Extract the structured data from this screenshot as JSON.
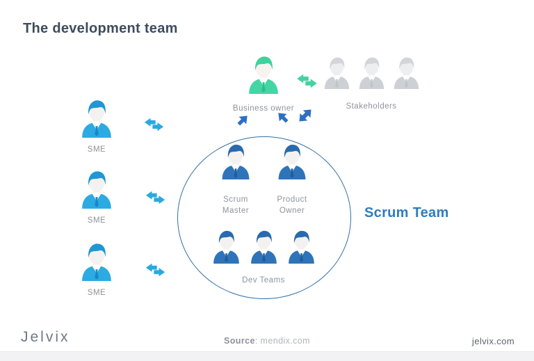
{
  "title": "The development team",
  "diagram": {
    "business_owner": {
      "label": "Business owner"
    },
    "stakeholders": {
      "label": "Stakeholders",
      "count": 3
    },
    "smes": [
      {
        "label": "SME"
      },
      {
        "label": "SME"
      },
      {
        "label": "SME"
      }
    ],
    "scrum_team": {
      "label": "Scrum Team",
      "scrum_master": {
        "label": "Scrum Master"
      },
      "product_owner": {
        "label": "Product Owner"
      },
      "dev_teams": {
        "label": "Dev Teams",
        "count": 3
      }
    }
  },
  "footer": {
    "logo": "Jelvix",
    "source_label": "Source",
    "source_rest": ": mendix.com",
    "site": "jelvix.com"
  },
  "colors": {
    "background": "#ffffff",
    "title": "#3e4c5c",
    "scrum_team_label": "#2d7cc0",
    "circle_stroke": "#346fa5",
    "label_gray": "#8d939c",
    "arrow_blue": "#29a9e0",
    "arrow_green": "#41d3a1",
    "arrow_dark_blue": "#2e6fc4",
    "footer_bar": "#f2f2f4",
    "footer_logo": "#6e7884",
    "footer_source_label": "#8c929b",
    "footer_source_value": "#b0b5bc",
    "footer_site": "#5a6470"
  },
  "palette": {
    "green": {
      "hair": "#3fd19e",
      "body": "#45d5a5",
      "face": "#f6f3f1",
      "tie": "#2fbd8d"
    },
    "light_blue": {
      "hair": "#1e97d4",
      "body": "#2caae2",
      "face": "#f4f2f0",
      "tie": "#1a86c8"
    },
    "dark_blue": {
      "hair": "#2a6aae",
      "body": "#2f74b8",
      "face": "#f4f2f0",
      "tie": "#225d99"
    },
    "gray": {
      "hair": "#d2d5d9",
      "body": "#cdd1d6",
      "face": "#edeef0",
      "tie": "#c0c4c9"
    }
  }
}
